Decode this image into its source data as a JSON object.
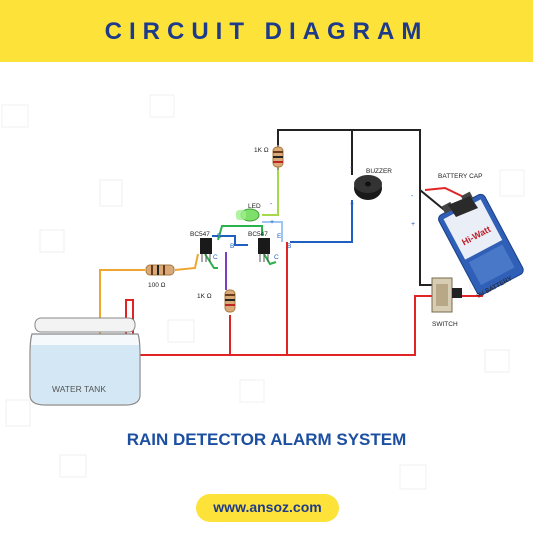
{
  "header": {
    "title": "CIRCUIT DIAGRAM"
  },
  "labels": {
    "r1k_top": "1K Ω",
    "r1k_bottom": "1K Ω",
    "r100": "100 Ω",
    "led": "LED",
    "buzzer": "BUZZER",
    "q1": "BC547",
    "q2": "BC547",
    "e": "E",
    "b": "B",
    "c": "C",
    "battery_cap": "BATTERY CAP",
    "battery": "9V BATTERY",
    "switch": "SWITCH",
    "water_tank": "WATER TANK",
    "minus": "-",
    "plus": "+",
    "battery_brand": "Hi-Watt"
  },
  "footer": {
    "subtitle": "RAIN DETECTOR ALARM SYSTEM",
    "url": "www.ansoz.com"
  },
  "colors": {
    "header_bg": "#fde23a",
    "title": "#1e3a8a",
    "wire_red": "#e02424",
    "wire_black": "#222222",
    "wire_blue": "#1f5fbf",
    "wire_green": "#2bb24c",
    "wire_orange": "#f0a531",
    "wire_purple": "#7b3fc4",
    "wire_lightgreen": "#a6d94a"
  }
}
